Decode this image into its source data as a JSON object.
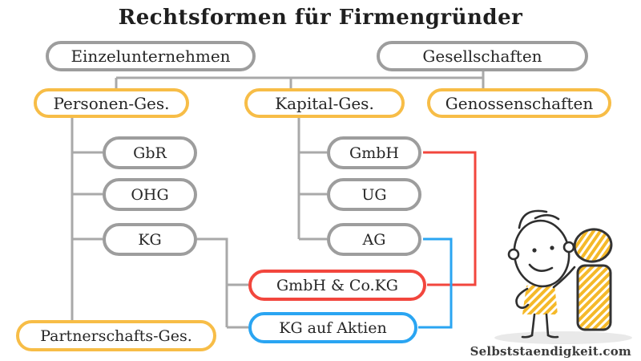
{
  "title": "Rechtsformen für Firmengründer",
  "nodes": {
    "einzelunternehmen": "Einzelunternehmen",
    "gesellschaften": "Gesellschaften",
    "personen_ges": "Personen-Ges.",
    "kapital_ges": "Kapital-Ges.",
    "genossenschaften": "Genossenschaften",
    "gbr": "GbR",
    "ohg": "OHG",
    "kg": "KG",
    "gmbh": "GmbH",
    "ug": "UG",
    "ag": "AG",
    "gmbh_co_kg": "GmbH & Co.KG",
    "kg_auf_aktien": "KG auf Aktien",
    "partnerschafts_ges": "Partnerschafts-Ges."
  },
  "watermark": "Selbststaendigkeit.com",
  "colors": {
    "highlight_yellow": "#f7bd47",
    "highlight_red": "#f2463d",
    "highlight_blue": "#2aa5f2",
    "line_gray": "#a9a9a9",
    "border_gray": "#9d9d9d",
    "text_dark": "#262626",
    "scribble_yellow": "#f5b929"
  },
  "illustration": {
    "figure": "doodle stick figure with yellow shirt",
    "symbol": "large yellow sketched info 'i'"
  }
}
